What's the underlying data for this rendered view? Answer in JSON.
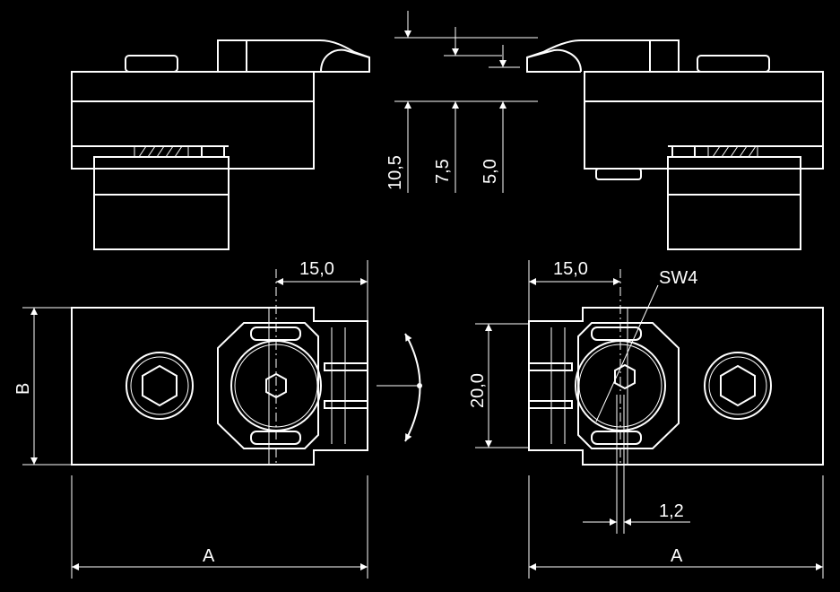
{
  "dimensions": {
    "d_10_5": "10,5",
    "d_7_5": "7,5",
    "d_5_0": "5,0",
    "d_15_0_left": "15,0",
    "d_15_0_right": "15,0",
    "d_20_0": "20,0",
    "d_1_2": "1,2",
    "label_A_left": "A",
    "label_A_right": "A",
    "label_B": "B",
    "label_SW4": "SW4"
  },
  "colors": {
    "background": "#000000",
    "lines": "#ffffff"
  }
}
